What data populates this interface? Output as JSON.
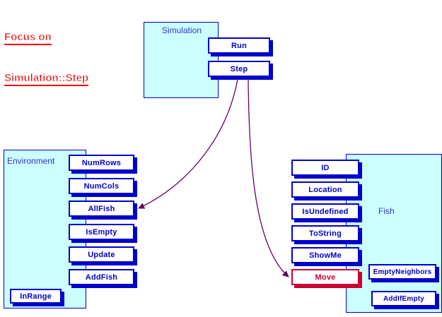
{
  "title": {
    "line1": "Focus on",
    "line2": "Simulation::Step"
  },
  "colors": {
    "class_fill": "#ccffff",
    "class_border": "#0000cc",
    "method_border": "#0000cc",
    "method_text": "#0000cc",
    "method_fill": "#ffffff",
    "highlight_border": "#cc0033",
    "highlight_text": "#cc0033",
    "arrow": "#660066",
    "title_text": "#ee0000",
    "background": "#ffffff"
  },
  "classes": [
    {
      "id": "simulation",
      "label": "Simulation",
      "methods": [
        {
          "label": "Run",
          "highlight": false
        },
        {
          "label": "Step",
          "highlight": false
        }
      ],
      "inner_methods": []
    },
    {
      "id": "environment",
      "label": "Environment",
      "methods": [
        {
          "label": "NumRows",
          "highlight": false
        },
        {
          "label": "NumCols",
          "highlight": false
        },
        {
          "label": "AllFish",
          "highlight": false
        },
        {
          "label": "IsEmpty",
          "highlight": false
        },
        {
          "label": "Update",
          "highlight": false
        },
        {
          "label": "AddFish",
          "highlight": false
        }
      ],
      "inner_methods": [
        {
          "label": "InRange",
          "highlight": false
        }
      ]
    },
    {
      "id": "fish",
      "label": "Fish",
      "methods": [
        {
          "label": "ID",
          "highlight": false
        },
        {
          "label": "Location",
          "highlight": false
        },
        {
          "label": "IsUndefined",
          "highlight": false
        },
        {
          "label": "ToString",
          "highlight": false
        },
        {
          "label": "ShowMe",
          "highlight": false
        },
        {
          "label": "Move",
          "highlight": true
        }
      ],
      "inner_methods": [
        {
          "label": "EmptyNeighbors",
          "highlight": false
        },
        {
          "label": "AddIfEmpty",
          "highlight": false
        }
      ]
    }
  ],
  "arrows": [
    {
      "id": "step-to-allfish",
      "from": "Step",
      "to": "AllFish"
    },
    {
      "id": "step-to-move",
      "from": "Step",
      "to": "Move"
    }
  ]
}
